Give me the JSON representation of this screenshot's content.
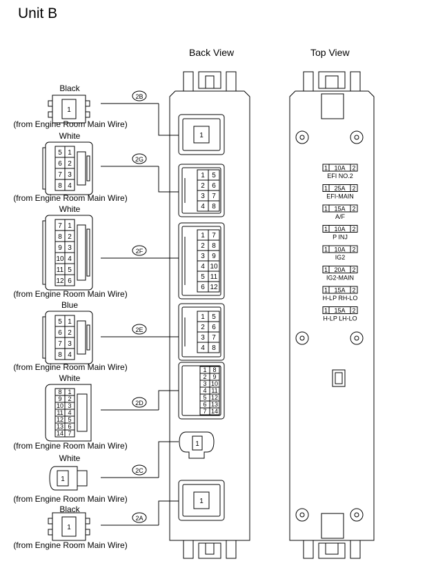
{
  "title": "Unit B",
  "views": {
    "back": "Back View",
    "top": "Top View"
  },
  "source_label": "(from Engine Room Main Wire)",
  "connectors": [
    {
      "id": "2B",
      "color": "Black",
      "pins": [
        "1"
      ]
    },
    {
      "id": "2G",
      "color": "White",
      "pins": [
        [
          "5",
          "1"
        ],
        [
          "6",
          "2"
        ],
        [
          "7",
          "3"
        ],
        [
          "8",
          "4"
        ]
      ],
      "back_pins": [
        [
          "1",
          "5"
        ],
        [
          "2",
          "6"
        ],
        [
          "3",
          "7"
        ],
        [
          "4",
          "8"
        ]
      ]
    },
    {
      "id": "2F",
      "color": "White",
      "pins": [
        [
          "7",
          "1"
        ],
        [
          "8",
          "2"
        ],
        [
          "9",
          "3"
        ],
        [
          "10",
          "4"
        ],
        [
          "11",
          "5"
        ],
        [
          "12",
          "6"
        ]
      ],
      "back_pins": [
        [
          "1",
          "7"
        ],
        [
          "2",
          "8"
        ],
        [
          "3",
          "9"
        ],
        [
          "4",
          "10"
        ],
        [
          "5",
          "11"
        ],
        [
          "6",
          "12"
        ]
      ]
    },
    {
      "id": "2E",
      "color": "Blue",
      "pins": [
        [
          "5",
          "1"
        ],
        [
          "6",
          "2"
        ],
        [
          "7",
          "3"
        ],
        [
          "8",
          "4"
        ]
      ],
      "back_pins": [
        [
          "1",
          "5"
        ],
        [
          "2",
          "6"
        ],
        [
          "3",
          "7"
        ],
        [
          "4",
          "8"
        ]
      ]
    },
    {
      "id": "2D",
      "color": "White",
      "pins": [
        [
          "8",
          "1"
        ],
        [
          "9",
          "2"
        ],
        [
          "10",
          "3"
        ],
        [
          "11",
          "4"
        ],
        [
          "12",
          "5"
        ],
        [
          "13",
          "6"
        ],
        [
          "14",
          "7"
        ]
      ],
      "back_pins": [
        [
          "1",
          "8"
        ],
        [
          "2",
          "9"
        ],
        [
          "3",
          "10"
        ],
        [
          "4",
          "11"
        ],
        [
          "5",
          "12"
        ],
        [
          "6",
          "13"
        ],
        [
          "7",
          "14"
        ]
      ]
    },
    {
      "id": "2C",
      "color": "White",
      "pins": [
        "1"
      ]
    },
    {
      "id": "2A",
      "color": "Black",
      "pins": [
        "1"
      ]
    }
  ],
  "fuses": [
    {
      "pin_left": "1",
      "rating": "10A",
      "pin_right": "2",
      "name": "EFI NO.2"
    },
    {
      "pin_left": "1",
      "rating": "25A",
      "pin_right": "2",
      "name": "EFI-MAIN"
    },
    {
      "pin_left": "1",
      "rating": "15A",
      "pin_right": "2",
      "name": "A/F"
    },
    {
      "pin_left": "1",
      "rating": "10A",
      "pin_right": "2",
      "name": "P INJ"
    },
    {
      "pin_left": "1",
      "rating": "10A",
      "pin_right": "2",
      "name": "IG2"
    },
    {
      "pin_left": "1",
      "rating": "20A",
      "pin_right": "2",
      "name": "IG2-MAIN"
    },
    {
      "pin_left": "1",
      "rating": "15A",
      "pin_right": "2",
      "name": "H-LP RH-LO"
    },
    {
      "pin_left": "1",
      "rating": "15A",
      "pin_right": "2",
      "name": "H-LP LH-LO"
    }
  ]
}
